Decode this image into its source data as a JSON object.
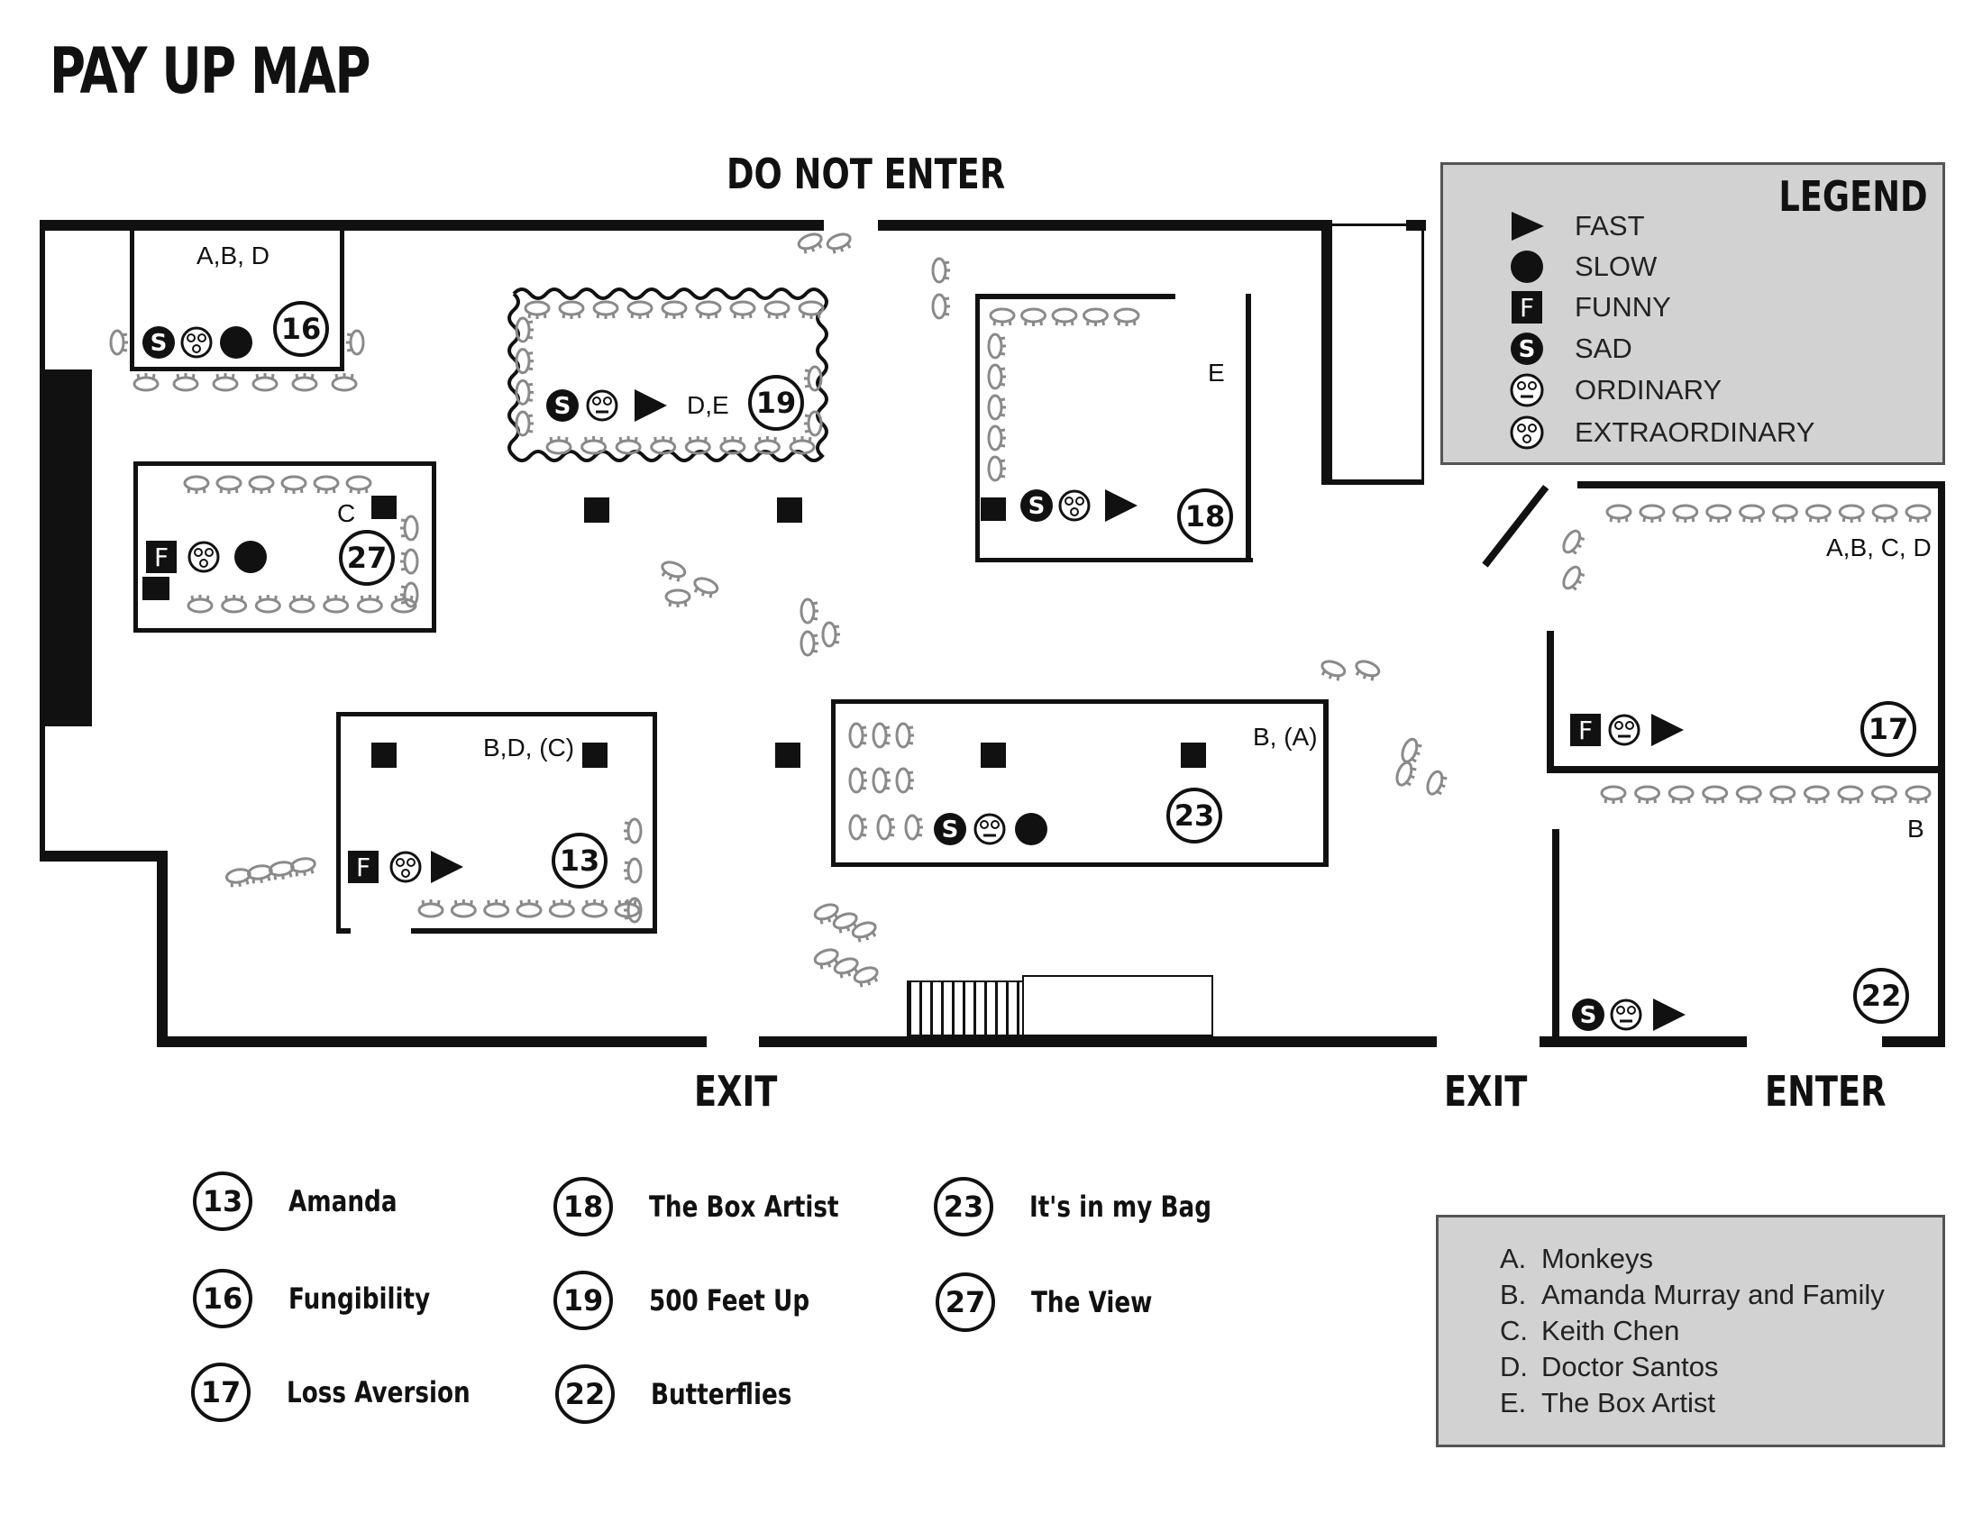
{
  "title": "PAY UP MAP",
  "signs": {
    "do_not_enter": "DO NOT ENTER",
    "exit_left": "EXIT",
    "exit_right": "EXIT",
    "enter": "ENTER"
  },
  "legend": {
    "title": "LEGEND",
    "items": [
      {
        "icon": "fast-triangle-icon",
        "label": "FAST"
      },
      {
        "icon": "slow-dot-icon",
        "label": "SLOW"
      },
      {
        "icon": "funny-f-icon",
        "label": "FUNNY"
      },
      {
        "icon": "sad-s-icon",
        "label": "SAD"
      },
      {
        "icon": "ordinary-face-icon",
        "label": "ORDINARY"
      },
      {
        "icon": "extraordinary-face-icon",
        "label": "EXTRAORDINARY"
      }
    ]
  },
  "rooms": {
    "r16": {
      "number": "16",
      "tags": "A,B, D",
      "icons": [
        "sad",
        "extraordinary",
        "slow"
      ]
    },
    "r19": {
      "number": "19",
      "tags": "D,E",
      "icons": [
        "sad",
        "ordinary",
        "fast"
      ]
    },
    "r18": {
      "number": "18",
      "tags": "E",
      "icons": [
        "sad",
        "extraordinary",
        "fast"
      ]
    },
    "r27": {
      "number": "27",
      "tags": "C",
      "icons": [
        "funny",
        "extraordinary",
        "slow"
      ]
    },
    "r13": {
      "number": "13",
      "tags": "B,D, (C)",
      "icons": [
        "funny",
        "extraordinary",
        "fast"
      ]
    },
    "r23": {
      "number": "23",
      "tags": "B, (A)",
      "icons": [
        "sad",
        "ordinary",
        "slow"
      ]
    },
    "r17": {
      "number": "17",
      "tags": "A,B, C, D",
      "icons": [
        "funny",
        "ordinary",
        "fast"
      ]
    },
    "r22": {
      "number": "22",
      "tags": "B",
      "icons": [
        "sad",
        "ordinary",
        "fast"
      ]
    }
  },
  "titles": [
    {
      "number": "13",
      "name": "Amanda"
    },
    {
      "number": "16",
      "name": "Fungibility"
    },
    {
      "number": "17",
      "name": "Loss Aversion"
    },
    {
      "number": "18",
      "name": "The Box Artist"
    },
    {
      "number": "19",
      "name": "500 Feet Up"
    },
    {
      "number": "22",
      "name": "Butterflies"
    },
    {
      "number": "23",
      "name": "It's in my Bag"
    },
    {
      "number": "27",
      "name": "The View"
    }
  ],
  "artists": [
    {
      "key": "A.",
      "name": "Monkeys"
    },
    {
      "key": "B.",
      "name": "Amanda Murray and Family"
    },
    {
      "key": "C.",
      "name": "Keith Chen"
    },
    {
      "key": "D.",
      "name": "Doctor Santos"
    },
    {
      "key": "E.",
      "name": "The Box Artist"
    }
  ],
  "colors": {
    "wall": "#111111",
    "legend_bg": "#d2d2d2",
    "seat": "#8a8a8a"
  }
}
